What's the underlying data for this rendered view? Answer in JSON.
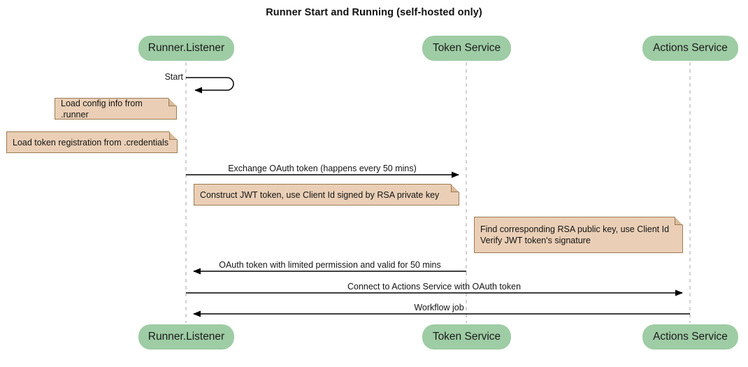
{
  "diagram": {
    "type": "sequence-diagram",
    "title": "Runner Start and Running (self-hosted only)",
    "colors": {
      "participant_fill": "#9ECCA4",
      "note_fill": "#EACFB6",
      "note_border": "#9D7B52",
      "lifeline": "#BFBFBF",
      "arrow": "#000000",
      "background": "#FFFFFF"
    }
  },
  "participants": [
    {
      "id": "runner",
      "label": "Runner.Listener"
    },
    {
      "id": "token",
      "label": "Token Service"
    },
    {
      "id": "actions",
      "label": "Actions Service"
    }
  ],
  "participants_bottom": [
    {
      "id": "runner",
      "label": "Runner.Listener"
    },
    {
      "id": "token",
      "label": "Token Service"
    },
    {
      "id": "actions",
      "label": "Actions Service"
    }
  ],
  "messages": [
    {
      "id": "start",
      "label": "Start",
      "from": "runner",
      "to": "runner",
      "kind": "self-loop",
      "direction": "self"
    },
    {
      "id": "exchange-oauth",
      "label": "Exchange OAuth token (happens every 50 mins)",
      "from": "runner",
      "to": "token",
      "kind": "solid",
      "direction": "right"
    },
    {
      "id": "oauth-token-return",
      "label": "OAuth token with limited permission and valid for 50 mins",
      "from": "token",
      "to": "runner",
      "kind": "solid",
      "direction": "left"
    },
    {
      "id": "connect-actions",
      "label": "Connect to Actions Service with OAuth token",
      "from": "runner",
      "to": "actions",
      "kind": "solid",
      "direction": "right"
    },
    {
      "id": "workflow-job",
      "label": "Workflow job",
      "from": "actions",
      "to": "runner",
      "kind": "solid",
      "direction": "left"
    }
  ],
  "notes": [
    {
      "id": "load-config",
      "text": "Load config info from .runner",
      "attached_to": "runner",
      "side": "left"
    },
    {
      "id": "load-token-registration",
      "text": "Load token registration from .credentials",
      "attached_to": "runner",
      "side": "left"
    },
    {
      "id": "construct-jwt",
      "text": "Construct JWT token, use Client Id signed by RSA private key",
      "attached_to": "runner",
      "side": "right"
    },
    {
      "id": "verify-jwt",
      "text": "Find corresponding RSA public key, use Client Id\nVerify JWT token's signature",
      "attached_to": "token",
      "side": "right"
    }
  ]
}
